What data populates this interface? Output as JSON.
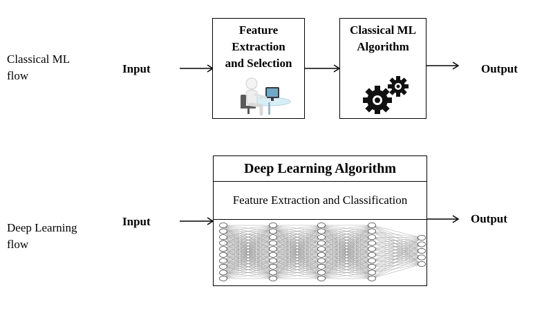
{
  "classical": {
    "row_label_line1": "Classical ML",
    "row_label_line2": "flow",
    "input": "Input",
    "feature_box": {
      "line1": "Feature",
      "line2": "Extraction",
      "line3": "and Selection",
      "icon": "person-at-computer-icon"
    },
    "algorithm_box": {
      "line1": "Classical ML",
      "line2": "Algorithm",
      "icon": "gears-icon"
    },
    "output": "Output"
  },
  "deep": {
    "row_label_line1": "Deep Learning",
    "row_label_line2": "flow",
    "input": "Input",
    "title": "Deep Learning Algorithm",
    "subtitle": "Feature Extraction and Classification",
    "network_layers": [
      10,
      10,
      10,
      10,
      5
    ],
    "output": "Output"
  }
}
